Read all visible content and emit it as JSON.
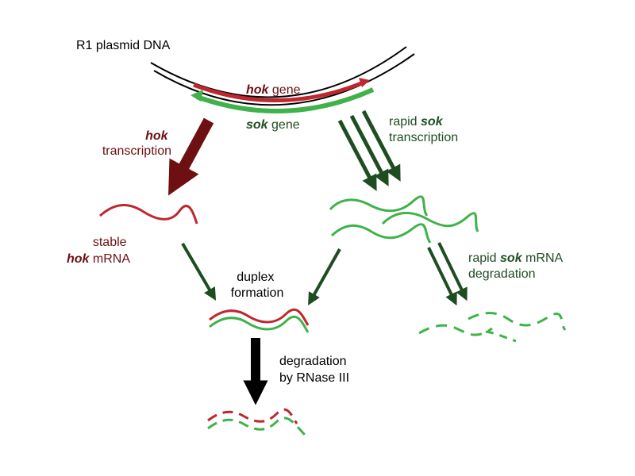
{
  "colors": {
    "hok_red": "#c0262d",
    "hok_dark": "#6e0f12",
    "sok_green": "#3fb24a",
    "sok_dark": "#1f4d22",
    "black": "#000000"
  },
  "labels": {
    "plasmid": "R1 plasmid DNA",
    "hok_gene_italic": "hok",
    "hok_gene_rest": " gene",
    "sok_gene_italic": "sok",
    "sok_gene_rest": " gene",
    "hok_transcription_italic": "hok",
    "hok_transcription_rest": "transcription",
    "rapid_sok_transcription_pre": "rapid ",
    "rapid_sok_transcription_italic": "sok",
    "rapid_sok_transcription_rest": "transcription",
    "stable": "stable",
    "hok_mrna_italic": "hok",
    "hok_mrna_rest": " mRNA",
    "duplex_line1": "duplex",
    "duplex_line2": "formation",
    "rapid_sok_degradation_pre": "rapid ",
    "rapid_sok_degradation_italic": "sok",
    "rapid_sok_degradation_rest": " mRNA",
    "rapid_sok_degradation_line2": "degradation",
    "rnase_line1": "degradation",
    "rnase_line2": "by RNase III"
  }
}
